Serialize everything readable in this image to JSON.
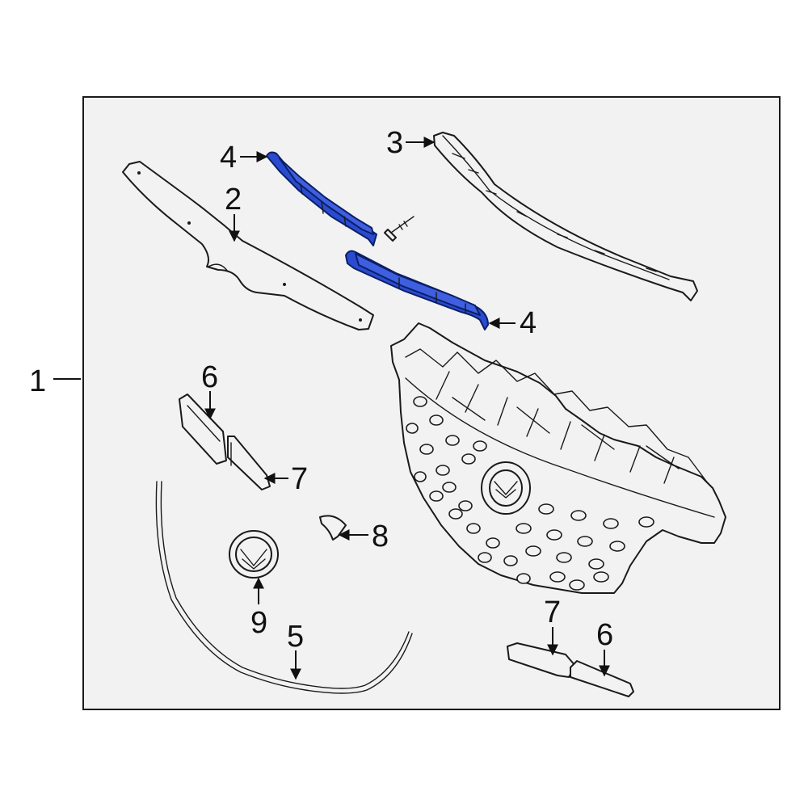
{
  "colors": {
    "background": "#ffffff",
    "panel": "#f2f2f2",
    "outline": "#1a1a1a",
    "highlight": "#2a4bd0"
  },
  "callouts": {
    "c1": "1",
    "c2": "2",
    "c3": "3",
    "c4_top": "4",
    "c4_right": "4",
    "c5": "5",
    "c6_left": "6",
    "c6_right": "6",
    "c7_left": "7",
    "c7_right": "7",
    "c8": "8",
    "c9": "9"
  },
  "highlighted_part": "4"
}
